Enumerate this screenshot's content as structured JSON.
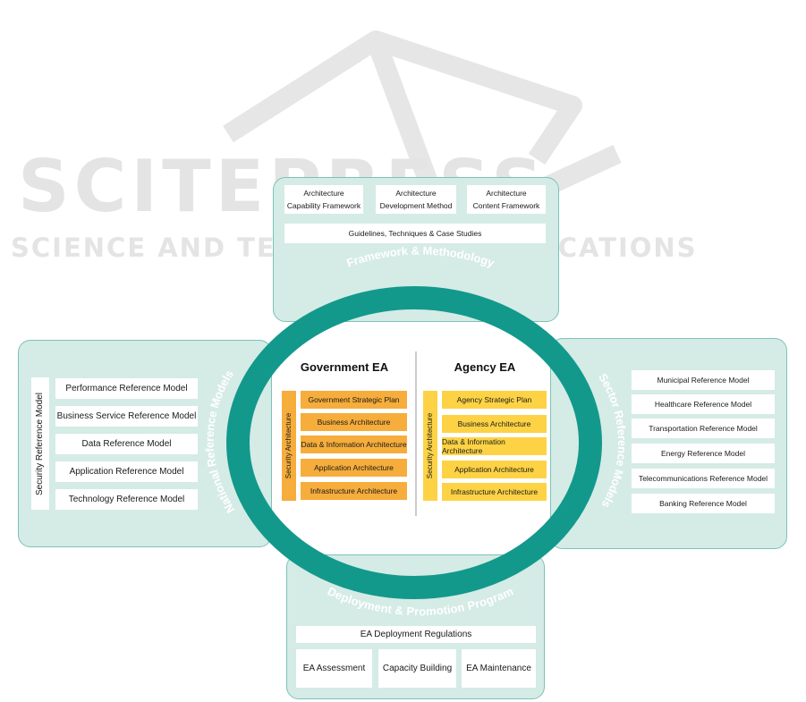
{
  "watermark": {
    "title": "SCITEPRESS",
    "subtitle": "SCIENCE AND TECHNOLOGY PUBLICATIONS"
  },
  "ring_labels": {
    "top": "Framework & Methodology",
    "bottom": "Deployment & Promotion Program",
    "left": "National Reference Models",
    "right": "Sector Reference Models"
  },
  "top_panel": {
    "boxes": [
      {
        "line1": "Architecture",
        "line2": "Capability Framework"
      },
      {
        "line1": "Architecture",
        "line2": "Development Method"
      },
      {
        "line1": "Architecture",
        "line2": "Content Framework"
      }
    ],
    "wide": "Guidelines, Techniques & Case Studies"
  },
  "left_panel": {
    "vertical": "Security Reference Model",
    "items": [
      "Performance Reference Model",
      "Business Service Reference Model",
      "Data Reference Model",
      "Application  Reference Model",
      "Technology Reference Model"
    ]
  },
  "right_panel": {
    "items": [
      "Municipal Reference Model",
      "Healthcare Reference Model",
      "Transportation Reference Model",
      "Energy Reference Model",
      "Telecommunications Reference Model",
      "Banking Reference Model"
    ]
  },
  "bottom_panel": {
    "wide": "EA Deployment Regulations",
    "boxes": [
      "EA Assessment",
      "Capacity Building",
      "EA Maintenance"
    ]
  },
  "government": {
    "title": "Government EA",
    "security": "Security Architecture",
    "layers": [
      "Government Strategic Plan",
      "Business Architecture",
      "Data & Information Architecture",
      "Application Architecture",
      "Infrastructure Architecture"
    ]
  },
  "agency": {
    "title": "Agency EA",
    "security": "Security Architecture",
    "layers": [
      "Agency Strategic Plan",
      "Business Architecture",
      "Data & Information Architecture",
      "Application Architecture",
      "Infrastructure Architecture"
    ]
  },
  "colors": {
    "teal": "#12998c",
    "panel": "#d5ebe6",
    "orange": "#f6ad3c",
    "yellow": "#fdd345"
  }
}
